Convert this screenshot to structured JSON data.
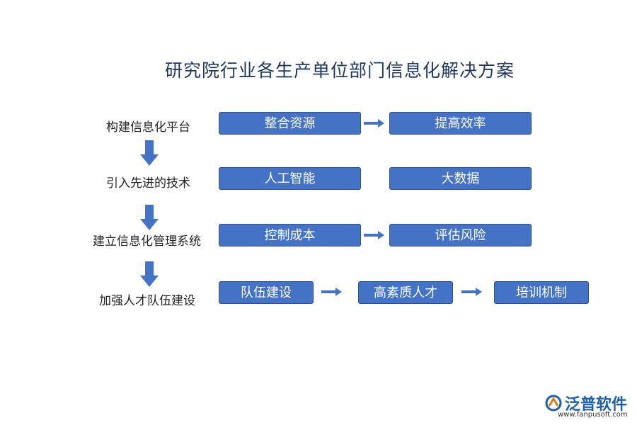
{
  "title": "研究院行业各生产单位部门信息化解决方案",
  "steps": [
    {
      "label": "构建信息化平台",
      "boxes": [
        "整合资源",
        "提高效率"
      ]
    },
    {
      "label": "引入先进的技术",
      "boxes": [
        "人工智能",
        "大数据"
      ]
    },
    {
      "label": "建立信息化管理系统",
      "boxes": [
        "控制成本",
        "评估风险"
      ]
    },
    {
      "label": "加强人才队伍建设",
      "boxes": [
        "队伍建设",
        "高素质人才",
        "培训机制"
      ]
    }
  ],
  "colors": {
    "box_fill": "#4472c4",
    "box_border": "#2f4f8f",
    "arrow": "#4472c4",
    "title": "#1f3864"
  },
  "logo": {
    "name": "泛普软件",
    "url": "www.fanpusoft.com",
    "icon": "fanpu-logo-icon"
  }
}
